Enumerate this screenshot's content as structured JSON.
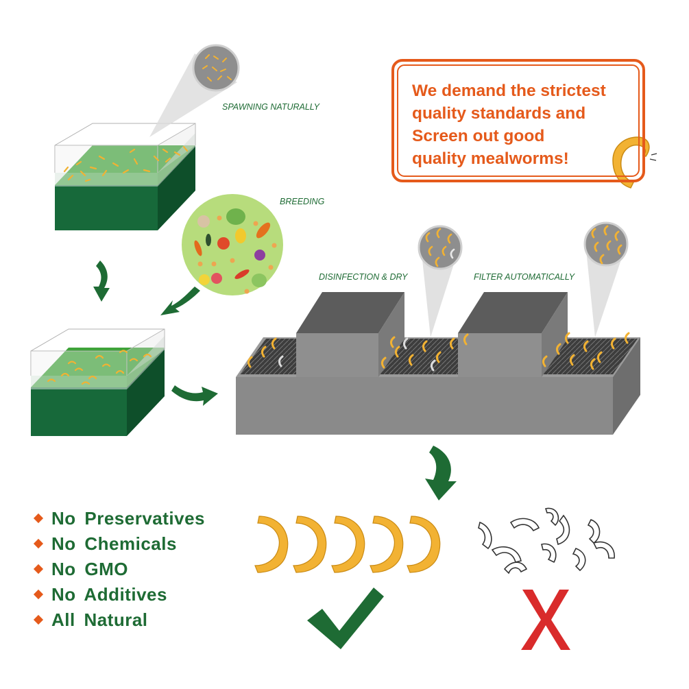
{
  "labels": {
    "spawning": "SPAWNING NATURALLY",
    "breeding": "BREEDING",
    "disinfection": "DISINFECTION & DRY",
    "filter": "FILTER AUTOMATICALLY"
  },
  "quality_box": {
    "line1": "We demand the strictest",
    "line2": "quality standards and",
    "line3": "Screen out good",
    "line4": "quality mealworms!"
  },
  "benefits": [
    "No Preservatives",
    "No Chemicals",
    "No GMO",
    "No Additives",
    "All Natural"
  ],
  "colors": {
    "green": "#1e6b34",
    "orange": "#e55a1b",
    "worm": "#f2b233",
    "machine": "#8a8a8a",
    "reject": "#d92b2b"
  },
  "icons": {
    "accept": "checkmark-icon",
    "reject": "cross-icon"
  }
}
